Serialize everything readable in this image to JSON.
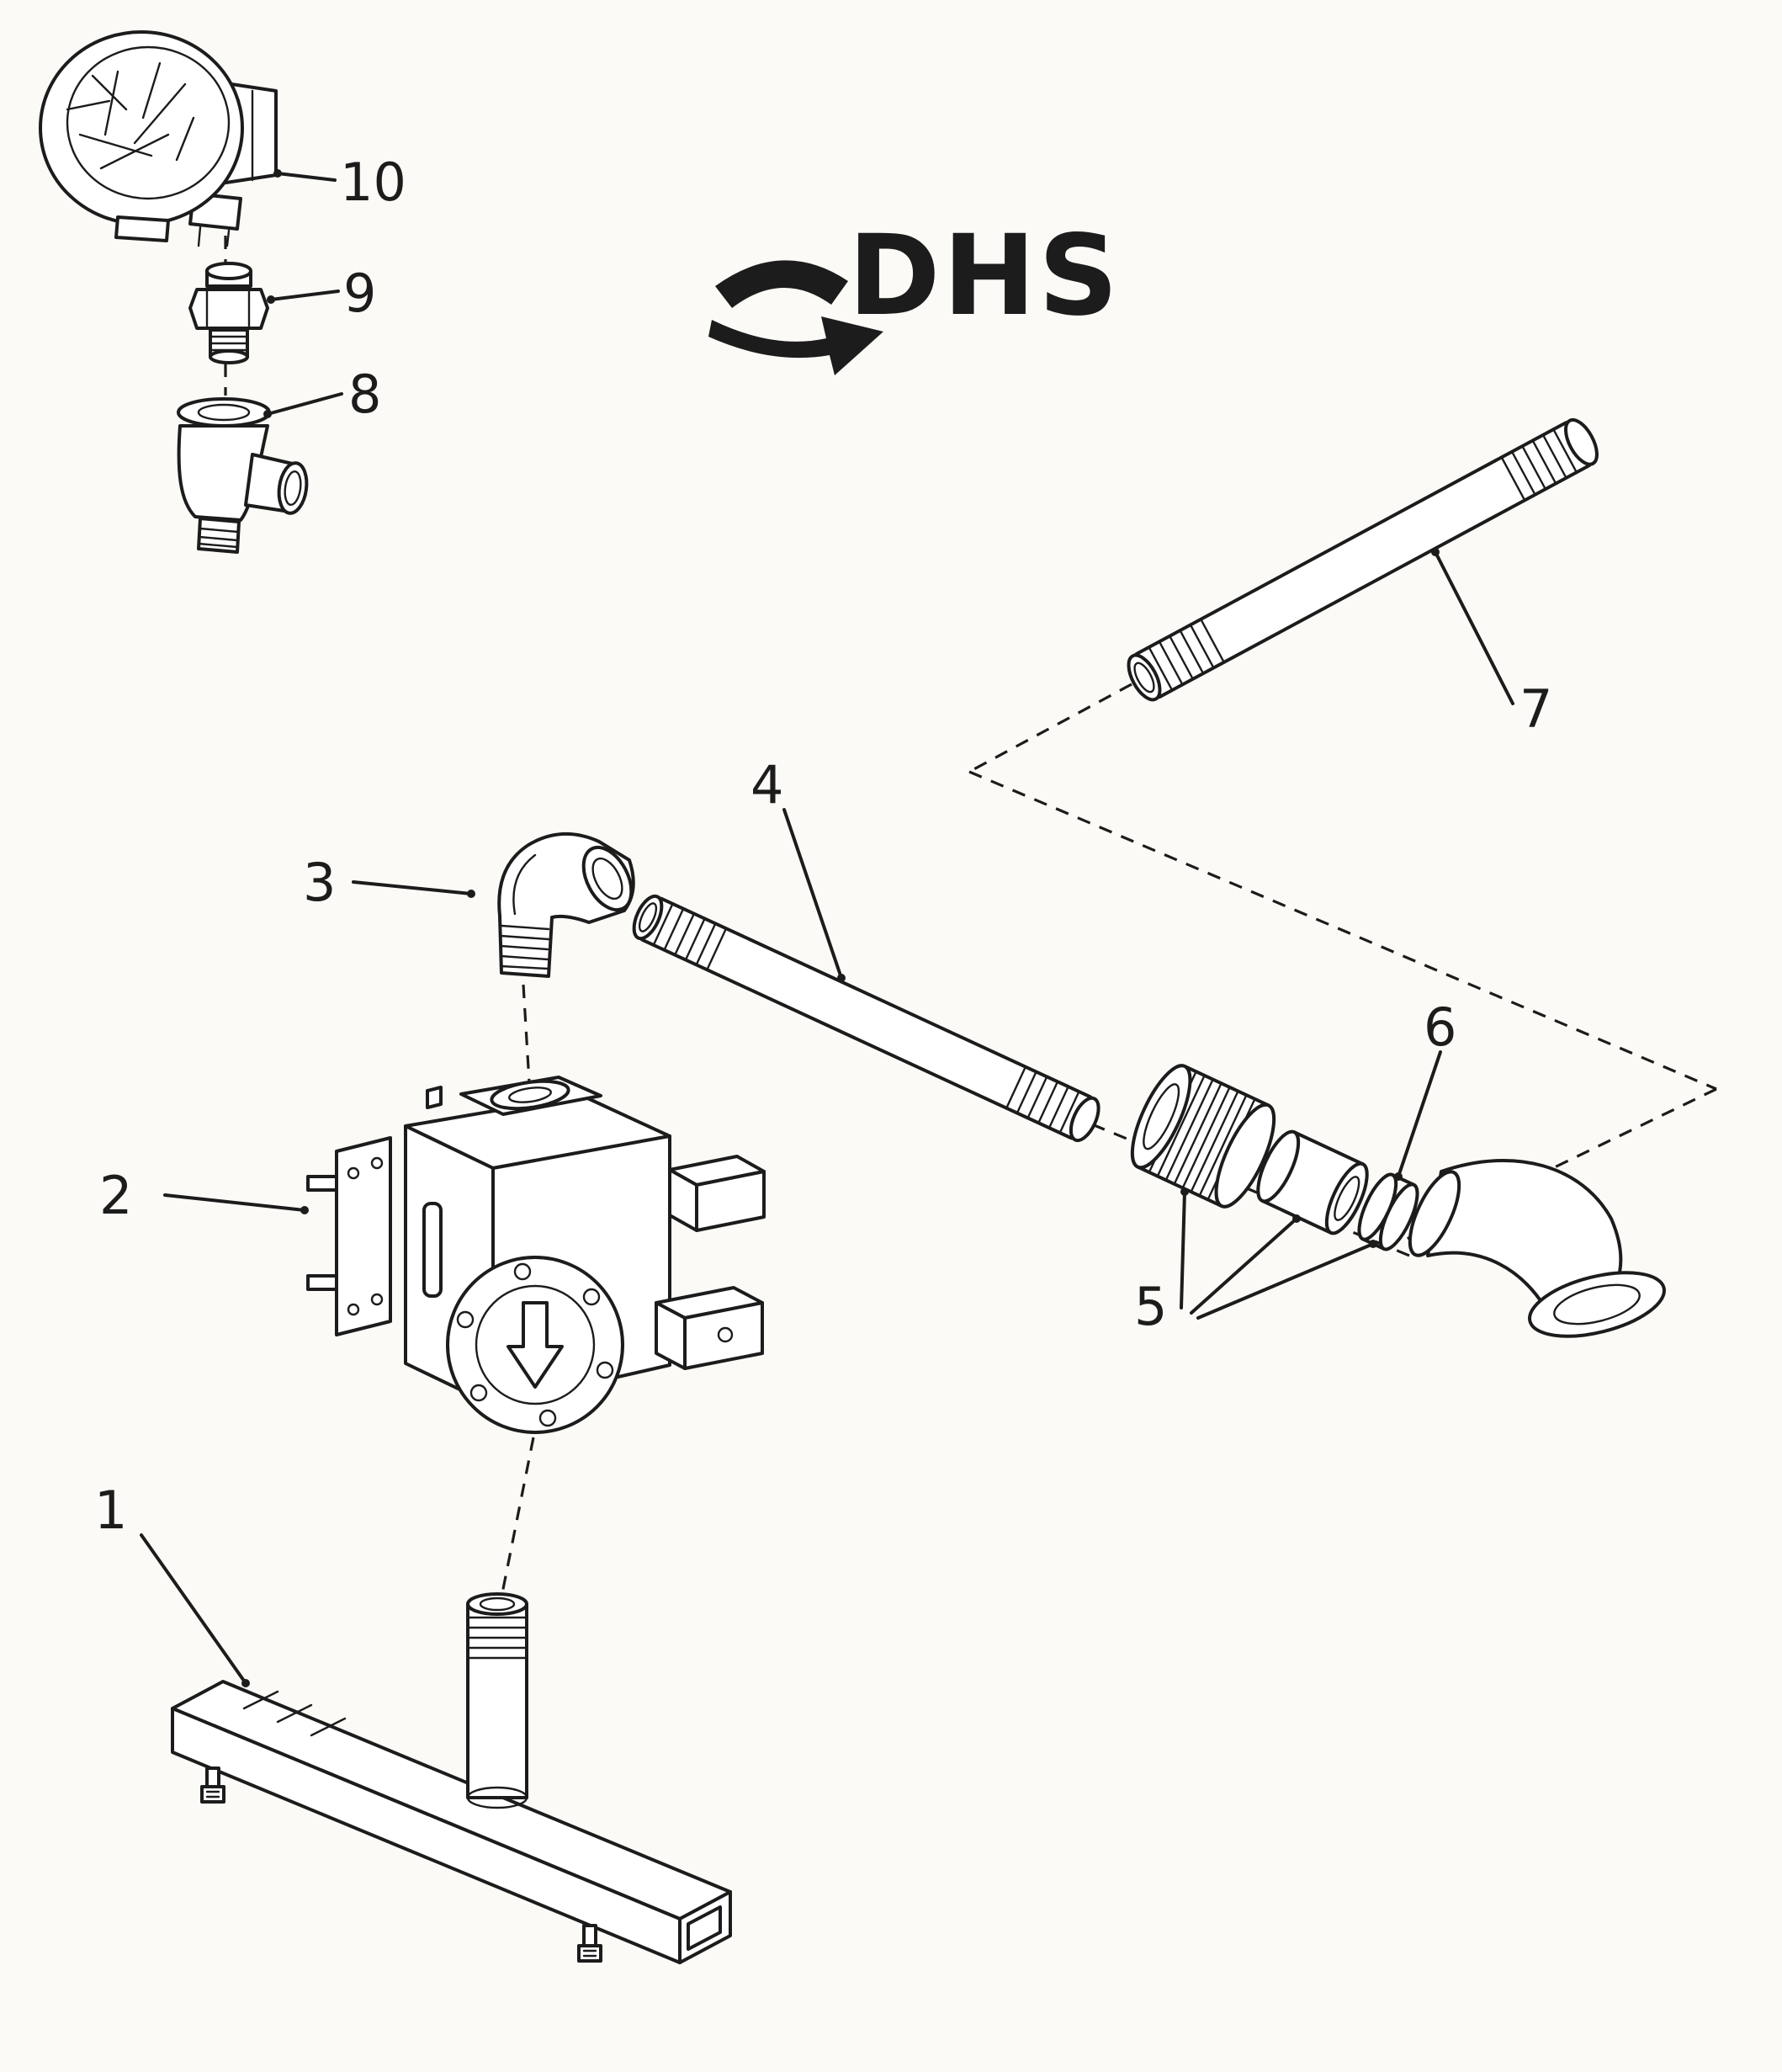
{
  "diagram": {
    "logo": {
      "text": "DHS",
      "icon": "arrow-right-icon"
    },
    "callouts": [
      {
        "number": "1"
      },
      {
        "number": "2"
      },
      {
        "number": "3"
      },
      {
        "number": "4"
      },
      {
        "number": "5"
      },
      {
        "number": "6"
      },
      {
        "number": "7"
      },
      {
        "number": "8"
      },
      {
        "number": "9"
      },
      {
        "number": "10"
      }
    ]
  },
  "colors": {
    "ink": "#1c1c1c",
    "paper": "#fbfaf6"
  }
}
